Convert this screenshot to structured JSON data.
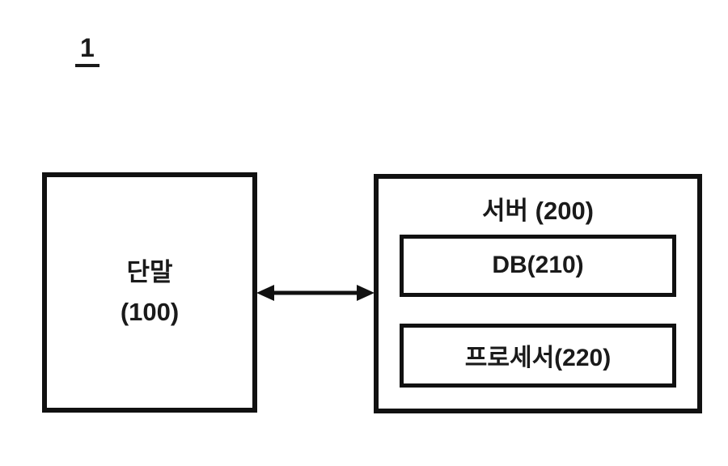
{
  "figure": {
    "label": "1"
  },
  "terminal": {
    "name": "단말",
    "ref": "(100)"
  },
  "server": {
    "title": "서버 (200)",
    "components": {
      "db": "DB(210)",
      "processor": "프로세서(220)"
    }
  },
  "connection": {
    "type": "bidirectional-arrow",
    "from": "terminal",
    "to": "server"
  },
  "colors": {
    "line": "#111111",
    "text": "#1a1a1a",
    "background": "#ffffff"
  }
}
